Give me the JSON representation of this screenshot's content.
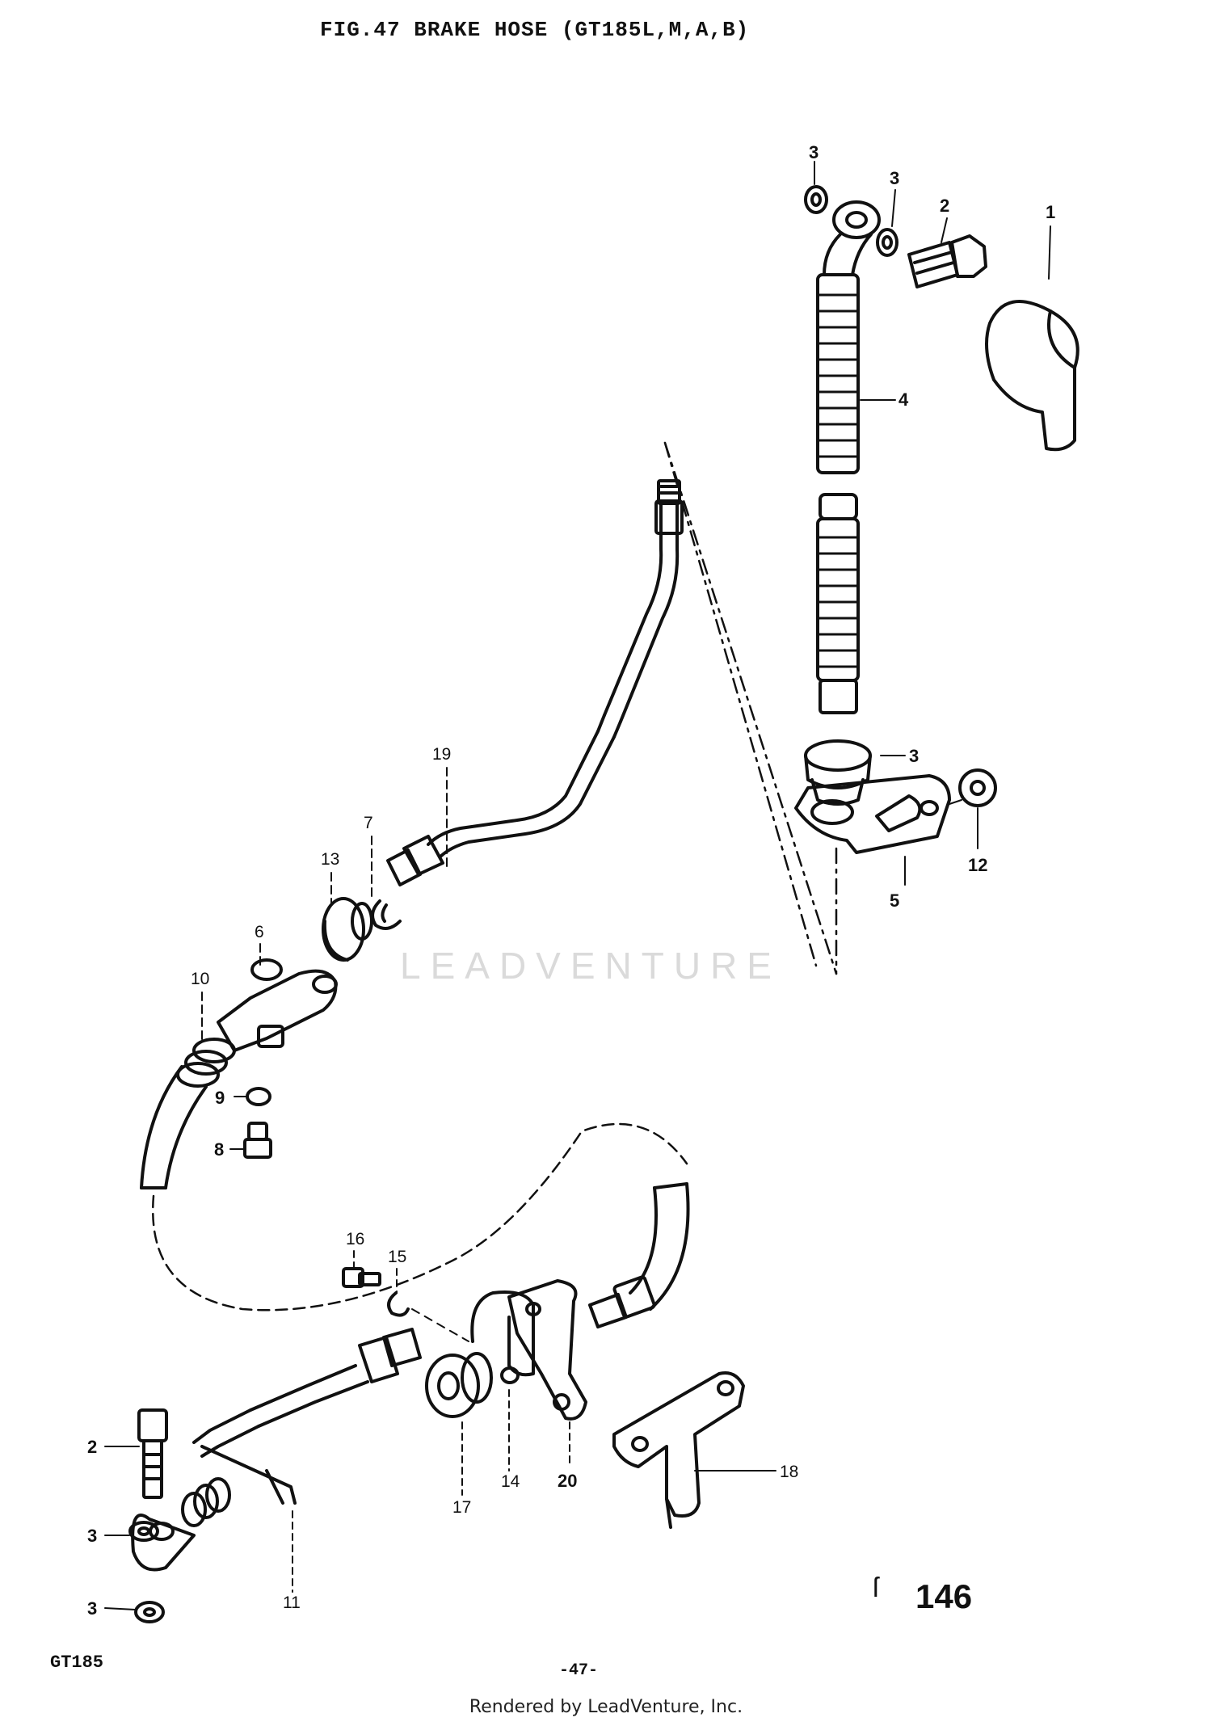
{
  "header": {
    "title": "FIG.47  BRAKE HOSE (GT185L,M,A,B)"
  },
  "callouts": {
    "c1": "1",
    "c2a": "2",
    "c3a": "3",
    "c3b": "3",
    "c4": "4",
    "c3c": "3",
    "c5": "5",
    "c12": "12",
    "c19": "19",
    "c7": "7",
    "c13": "13",
    "c6": "6",
    "c10": "10",
    "c9": "9",
    "c8": "8",
    "c16": "16",
    "c15": "15",
    "c14": "14",
    "c20": "20",
    "c17": "17",
    "c18": "18",
    "c2b": "2",
    "c3d": "3",
    "c11": "11",
    "c3e": "3"
  },
  "footer_left": {
    "model": "GT185"
  },
  "footer_right": {
    "ref": "146",
    "mark": "ſ"
  },
  "page_number": "-47-",
  "watermark": {
    "text": "LEADVENTURE"
  },
  "credit": "Rendered by LeadVenture, Inc."
}
